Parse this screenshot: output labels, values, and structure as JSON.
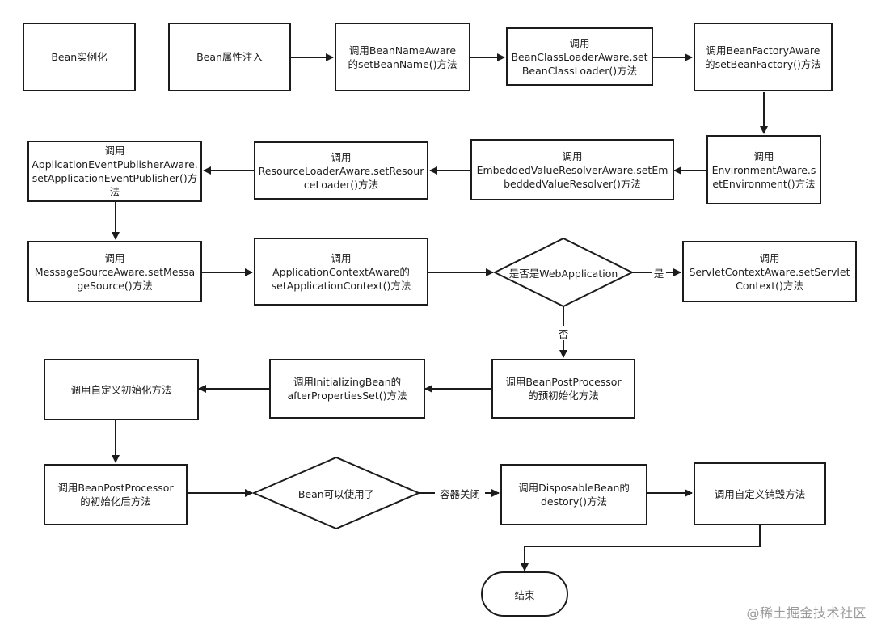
{
  "nodes": {
    "bean_instantiate": "Bean实例化",
    "bean_property_inject": "Bean属性注入",
    "bean_name_aware": "调用BeanNameAware\n的setBeanName()方法",
    "bean_class_loader_aware": "调用\nBeanClassLoaderAware.setBeanClassLoader()方法",
    "bean_factory_aware": "调用BeanFactoryAware\n的setBeanFactory()方法",
    "environment_aware": "调用\nEnvironmentAware.setEnvironment()方法",
    "embedded_value_resolver_aware": "调用\nEmbeddedValueResolverAware.setEmbeddedValueResolver()方法",
    "resource_loader_aware": "调用\nResourceLoaderAware.setResourceLoader()方法",
    "app_event_publisher_aware": "调用\nApplicationEventPublisherAware.setApplicationEventPublisher()方法",
    "message_source_aware": "调用\nMessageSourceAware.setMessageSource()方法",
    "app_context_aware": "调用\nApplicationContextAware的\nsetApplicationContext()方法",
    "is_web_application": "是否是WebApplication",
    "servlet_context_aware": "调用\nServletContextAware.setServletContext()方法",
    "bpp_before_init": "调用BeanPostProcessor\n的预初始化方法",
    "initializing_bean": "调用InitializingBean的\nafterPropertiesSet()方法",
    "custom_init": "调用自定义初始化方法",
    "bpp_after_init": "调用BeanPostProcessor\n的初始化后方法",
    "bean_usable": "Bean可以使用了",
    "disposable_bean": "调用DisposableBean的\ndestory()方法",
    "custom_destroy": "调用自定义销毁方法",
    "end": "结束"
  },
  "edge_labels": {
    "yes": "是",
    "no": "否",
    "container_close": "容器关闭"
  },
  "watermark": "@稀土掘金技术社区"
}
